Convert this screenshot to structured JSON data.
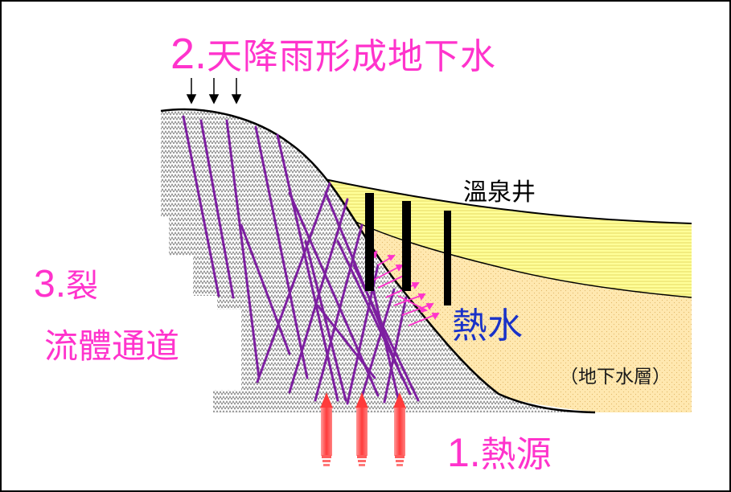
{
  "labels": {
    "rain_num": "2.",
    "rain_text": "天降雨形成地下水",
    "fracture_num": "3.",
    "fracture_text": "裂",
    "fluid_channel": "流體通道",
    "hotspring_well": "溫泉井",
    "hot_water": "熱水",
    "aquifer": "（地下水層）",
    "heat_num": "1.",
    "heat_text": "熱源"
  },
  "colors": {
    "magenta": "#ff33cc",
    "blue": "#1a32c8",
    "purple": "#7d1fa0",
    "red_arrow": "#ff4d4d",
    "yellow_layer": "#ffff99",
    "tan_layer": "#ffe8b0"
  },
  "counts": {
    "rain_arrows": 3,
    "wells": 3,
    "heat_arrows": 3
  }
}
